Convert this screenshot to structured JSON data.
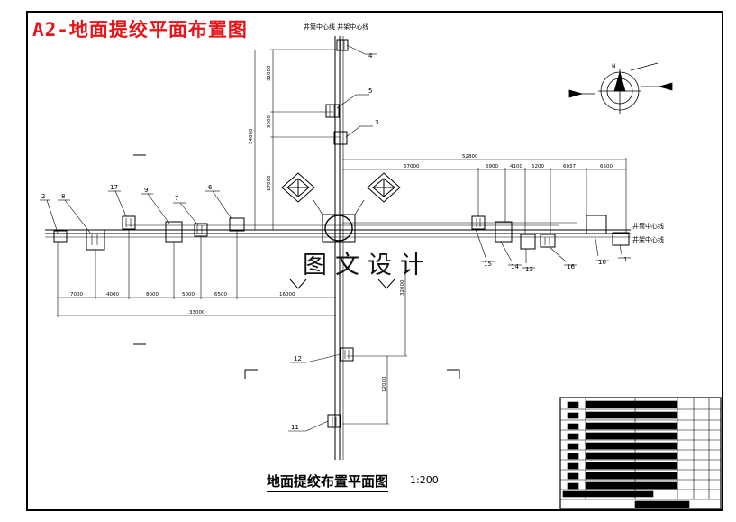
{
  "header": {
    "title": "A2-地面提绞平面布置图"
  },
  "watermark": {
    "text": "图文设计"
  },
  "drawing": {
    "title": "地面提绞布置平面图",
    "scale": "1:200"
  },
  "shaft_labels": {
    "top": "井筒中心线  井架中心线",
    "right_1": "井筒中心线",
    "right_2": "井架中心线"
  },
  "equipment_labels": [
    "2",
    "8",
    "17",
    "9",
    "7",
    "6",
    "5",
    "4",
    "3",
    "15",
    "14",
    "13",
    "16",
    "10",
    "1",
    "12",
    "11"
  ],
  "dimensions": {
    "vertical_top": [
      "32000",
      "9000",
      "17000",
      "54800"
    ],
    "horizontal_right": [
      "52800",
      "67000",
      "6900",
      "4100",
      "5200",
      "6037",
      "6500"
    ],
    "horizontal_left": [
      "7000",
      "4000",
      "8000",
      "5000",
      "6500",
      "16000"
    ],
    "horizontal_left_total": "33000",
    "vertical_bottom": [
      "32000",
      "12000"
    ]
  },
  "colors": {
    "header": "#e8141a",
    "line": "#000000"
  },
  "icons": {
    "north_arrow": "compass-rose-icon",
    "wind_rose": "wind-direction-icon"
  }
}
